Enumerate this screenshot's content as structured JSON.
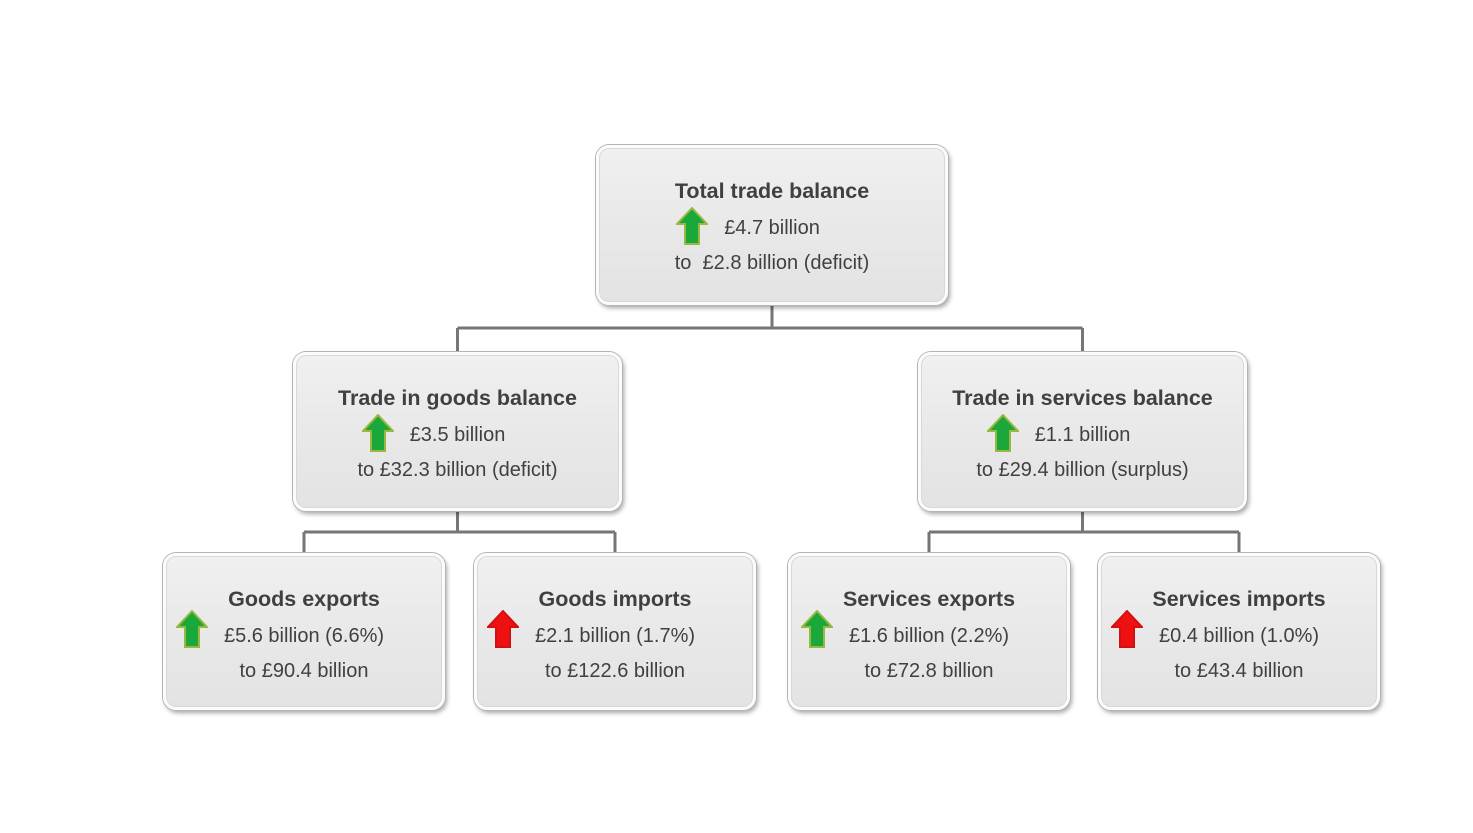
{
  "diagram": {
    "type": "hierarchy-tree",
    "nodes": {
      "total": {
        "title": "Total trade balance",
        "change": "£4.7 billion",
        "level": "to  £2.8 billion (deficit)",
        "arrow": "up",
        "trend_color": "#1ba83a"
      },
      "goods_balance": {
        "title": "Trade in goods balance",
        "change": "£3.5 billion",
        "level": "to £32.3 billion (deficit)",
        "arrow": "up",
        "trend_color": "#1ba83a"
      },
      "services_balance": {
        "title": "Trade in services balance",
        "change": "£1.1 billion",
        "level": "to £29.4 billion (surplus)",
        "arrow": "up",
        "trend_color": "#1ba83a"
      },
      "goods_exports": {
        "title": "Goods exports",
        "change": "£5.6 billion (6.6%)",
        "level": "to £90.4 billion",
        "arrow": "up",
        "trend_color": "#1ba83a"
      },
      "goods_imports": {
        "title": "Goods imports",
        "change": "£2.1 billion (1.7%)",
        "level": "to £122.6 billion",
        "arrow": "up",
        "trend_color": "#ee1111"
      },
      "services_exports": {
        "title": "Services exports",
        "change": "£1.6 billion (2.2%)",
        "level": "to £72.8 billion",
        "arrow": "up",
        "trend_color": "#1ba83a"
      },
      "services_imports": {
        "title": "Services imports",
        "change": "£0.4 billion (1.0%)",
        "level": "to £43.4 billion",
        "arrow": "up",
        "trend_color": "#ee1111"
      }
    },
    "colors": {
      "positive_arrow_fill": "#1ba83a",
      "positive_arrow_border": "#9ab840",
      "negative_arrow_fill": "#ee1111",
      "negative_arrow_border": "#d40f0f",
      "connector": "#767676",
      "node_fill": "#e9e9e9",
      "node_border": "#fbfbfb",
      "text": "#404040"
    }
  }
}
